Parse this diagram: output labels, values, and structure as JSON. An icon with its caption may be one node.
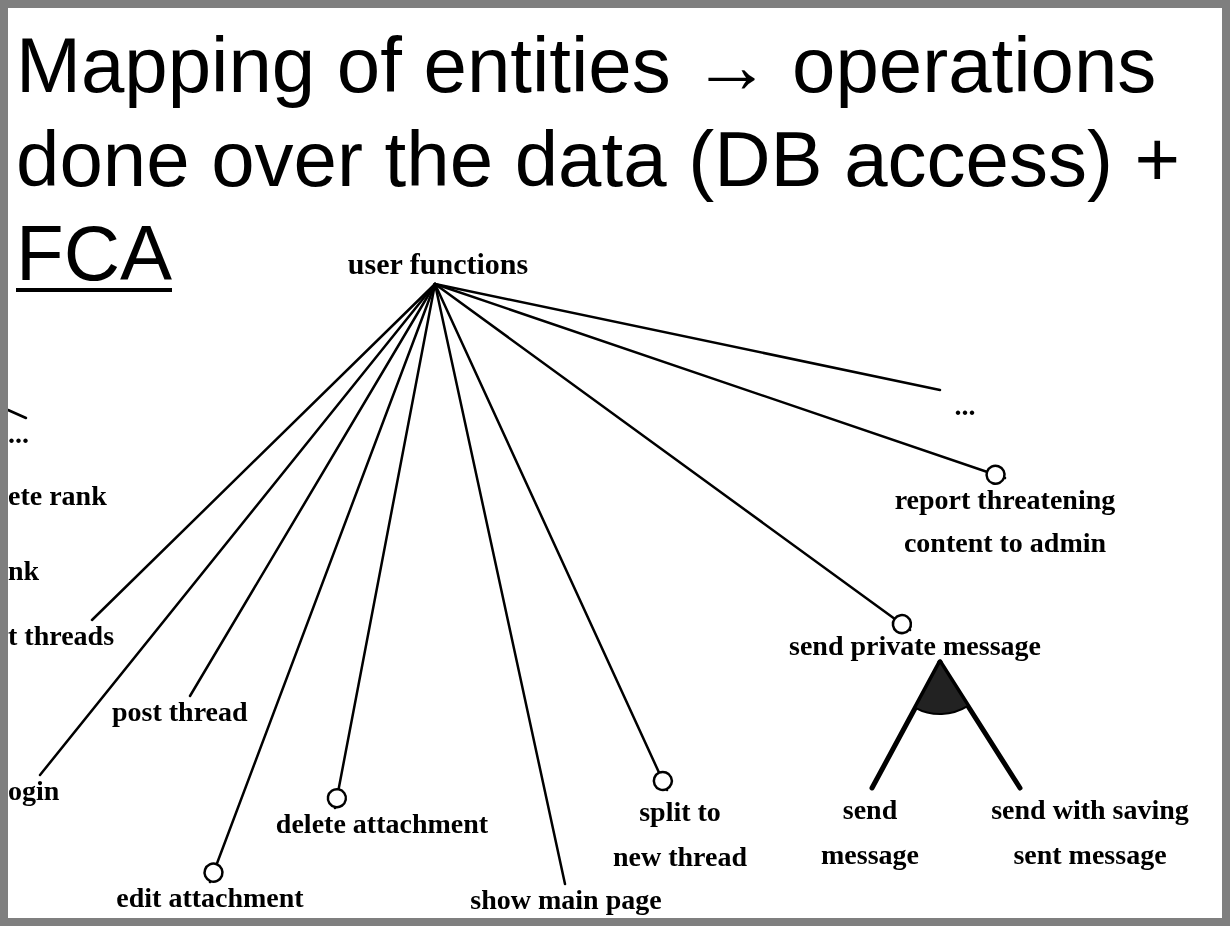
{
  "diagram": {
    "title": "Mapping of entities → operations done over the data (DB access) + FCA",
    "nodes": [
      {
        "text": [
          "user functions"
        ]
      },
      {
        "text": [
          "..."
        ]
      },
      {
        "text": [
          "ete rank"
        ]
      },
      {
        "text": [
          "nk"
        ]
      },
      {
        "text": [
          "t threads"
        ]
      },
      {
        "text": [
          "post thread"
        ]
      },
      {
        "text": [
          "ogin"
        ]
      },
      {
        "text": [
          "edit attachment"
        ]
      },
      {
        "text": [
          "delete attachment"
        ]
      },
      {
        "text": [
          "show main page"
        ]
      },
      {
        "text": [
          "split to new thread"
        ]
      },
      {
        "text": [
          "send private message"
        ]
      },
      {
        "text": [
          "send message"
        ]
      },
      {
        "text": [
          "send with saving sent message"
        ]
      },
      {
        "text": [
          "report threatening content to admin"
        ]
      },
      {
        "text": [
          "..."
        ]
      }
    ],
    "edges": [
      {
        "from": null,
        "to": 1,
        "arrow": "none"
      },
      {
        "from": 0,
        "to": 4,
        "arrow": "none"
      },
      {
        "from": 0,
        "to": 6,
        "arrow": "none"
      },
      {
        "from": 0,
        "to": 5,
        "arrow": "none"
      },
      {
        "from": 0,
        "to": 7,
        "arrow": "other"
      },
      {
        "from": 0,
        "to": 8,
        "arrow": "other"
      },
      {
        "from": 0,
        "to": 9,
        "arrow": "none"
      },
      {
        "from": 0,
        "to": 10,
        "arrow": "other"
      },
      {
        "from": 0,
        "to": 11,
        "arrow": "other"
      },
      {
        "from": 0,
        "to": 14,
        "arrow": "other"
      },
      {
        "from": 0,
        "to": 15,
        "arrow": "none"
      },
      {
        "from": 11,
        "to": 12,
        "arrow": "none",
        "style": "thick"
      },
      {
        "from": 11,
        "to": 13,
        "arrow": "none",
        "style": "thick"
      }
    ]
  }
}
